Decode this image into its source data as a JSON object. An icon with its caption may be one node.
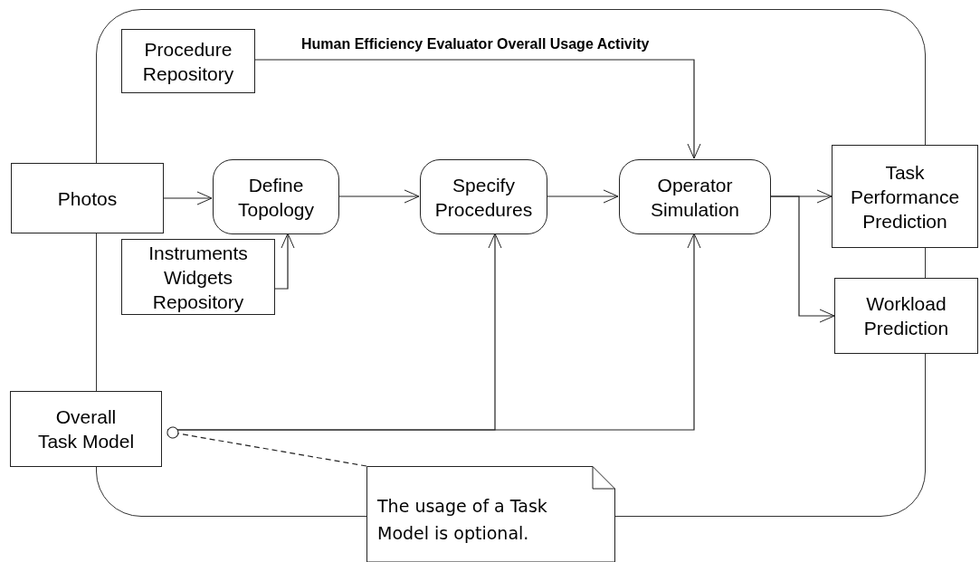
{
  "diagram": {
    "nodes": [
      {
        "text": [
          "Human Efficiency Evaluator Overall Usage Activity"
        ]
      },
      {
        "text": [
          "Procedure Repository"
        ],
        "in": 0
      },
      {
        "text": [
          "Photos"
        ]
      },
      {
        "text": [
          "Define Topology"
        ],
        "in": 0
      },
      {
        "text": [
          "Specify Procedures"
        ],
        "in": 0
      },
      {
        "text": [
          "Operator Simulation"
        ],
        "in": 0
      },
      {
        "text": [
          "Task Performance Prediction"
        ]
      },
      {
        "text": [
          "Workload Prediction"
        ]
      },
      {
        "text": [
          "Instruments Widgets Repository"
        ],
        "in": 0
      },
      {
        "text": [
          "Overall Task Model"
        ]
      },
      {
        "text": [
          "The usage of a Task Model is optional."
        ]
      }
    ],
    "edges": [
      {
        "from": 2,
        "to": 3,
        "arrow": "to"
      },
      {
        "from": 3,
        "to": 4,
        "arrow": "to"
      },
      {
        "from": 4,
        "to": 5,
        "arrow": "to"
      },
      {
        "from": 1,
        "to": 5,
        "arrow": "to"
      },
      {
        "from": 8,
        "to": 3,
        "arrow": "to"
      },
      {
        "from": 9,
        "to": 4,
        "arrow": "to"
      },
      {
        "from": 9,
        "to": 5,
        "arrow": "to"
      },
      {
        "from": 5,
        "to": 6,
        "arrow": "to"
      },
      {
        "from": 5,
        "to": 7,
        "arrow": "to"
      },
      {
        "from": 10,
        "to": 9,
        "arrow": "other",
        "style": "dashed"
      }
    ]
  }
}
